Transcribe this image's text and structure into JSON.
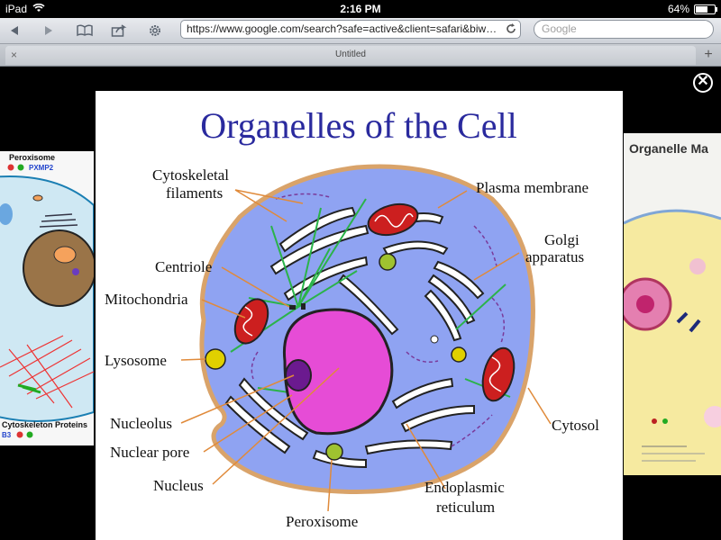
{
  "status_bar": {
    "device": "iPad",
    "time": "2:16 PM",
    "battery": "64%",
    "battery_level": 0.64
  },
  "toolbar": {
    "back_icon": "back-arrow-icon",
    "forward_icon": "forward-arrow-icon",
    "bookmarks_icon": "book-icon",
    "share_icon": "share-icon",
    "settings_icon": "gear-icon",
    "url": "https://www.google.com/search?safe=active&client=safari&biw=...",
    "search_placeholder": "Google"
  },
  "tabbar": {
    "tab_title": "Untitled",
    "close_label": "×",
    "new_tab_label": "+"
  },
  "viewer": {
    "close_label": "✕"
  },
  "left_image": {
    "label_top": "Peroxisome",
    "label_top_sub": "PXMP2",
    "label_bottom": "Cytoskeleton Proteins",
    "label_bottom_sub": "B3"
  },
  "right_image": {
    "title": "Organelle Ma"
  },
  "main_image": {
    "title": "Organelles of the Cell",
    "labels": {
      "cytoskeletal_1": "Cytoskeletal",
      "cytoskeletal_2": "filaments",
      "plasma": "Plasma membrane",
      "golgi_1": "Golgi",
      "golgi_2": "apparatus",
      "centriole": "Centriole",
      "mitochondria": "Mitochondria",
      "lysosome": "Lysosome",
      "nucleolus": "Nucleolus",
      "nuclear_pore": "Nuclear pore",
      "nucleus": "Nucleus",
      "peroxisome": "Peroxisome",
      "er_1": "Endoplasmic",
      "er_2": "reticulum",
      "cytosol": "Cytosol"
    }
  }
}
